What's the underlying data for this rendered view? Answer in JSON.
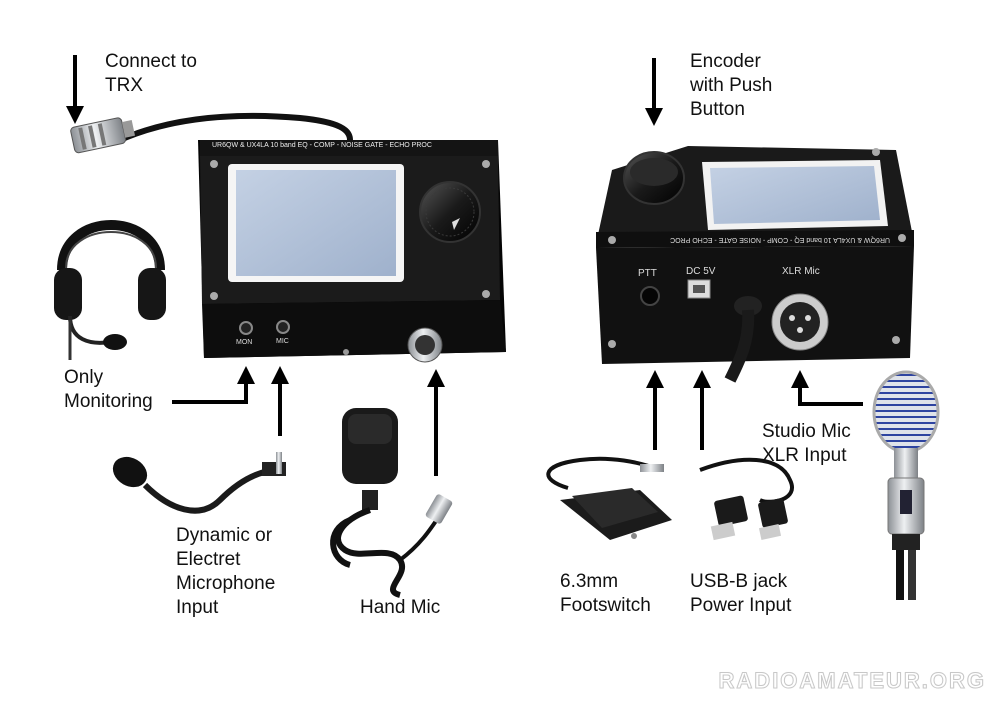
{
  "labels": {
    "connect_trx": [
      "Connect to",
      "TRX"
    ],
    "encoder": [
      "Encoder",
      "with Push",
      "Button"
    ],
    "only_monitoring": [
      "Only",
      "Monitoring"
    ],
    "dynamic_mic": [
      "Dynamic or",
      "Electret",
      "Microphone",
      "Input"
    ],
    "hand_mic": [
      "Hand Mic"
    ],
    "footswitch": [
      "6.3mm",
      "Footswitch"
    ],
    "usb_power": [
      "USB-B jack",
      "Power Input"
    ],
    "studio_mic": [
      "Studio Mic",
      "XLR Input"
    ]
  },
  "device_front": {
    "top_text": "UR6QW & UX4LA 10 band EQ - COMP - NOISE GATE - ECHO PROC",
    "jack_mon": "MON",
    "jack_mic": "MIC"
  },
  "device_back": {
    "top_text": "UR6QW & UX4LA 10 band EQ - COMP - NOISE GATE - ECHO PROC",
    "ptt": "PTT",
    "dc": "DC 5V",
    "xlr": "XLR Mic"
  },
  "watermark": "RADIOAMATEUR.ORG",
  "colors": {
    "device": "#111111",
    "screen": "#aebfd8",
    "arrow": "#000000",
    "mic_grille": "#3a4fa8",
    "chrome": "#c9ccd1"
  }
}
